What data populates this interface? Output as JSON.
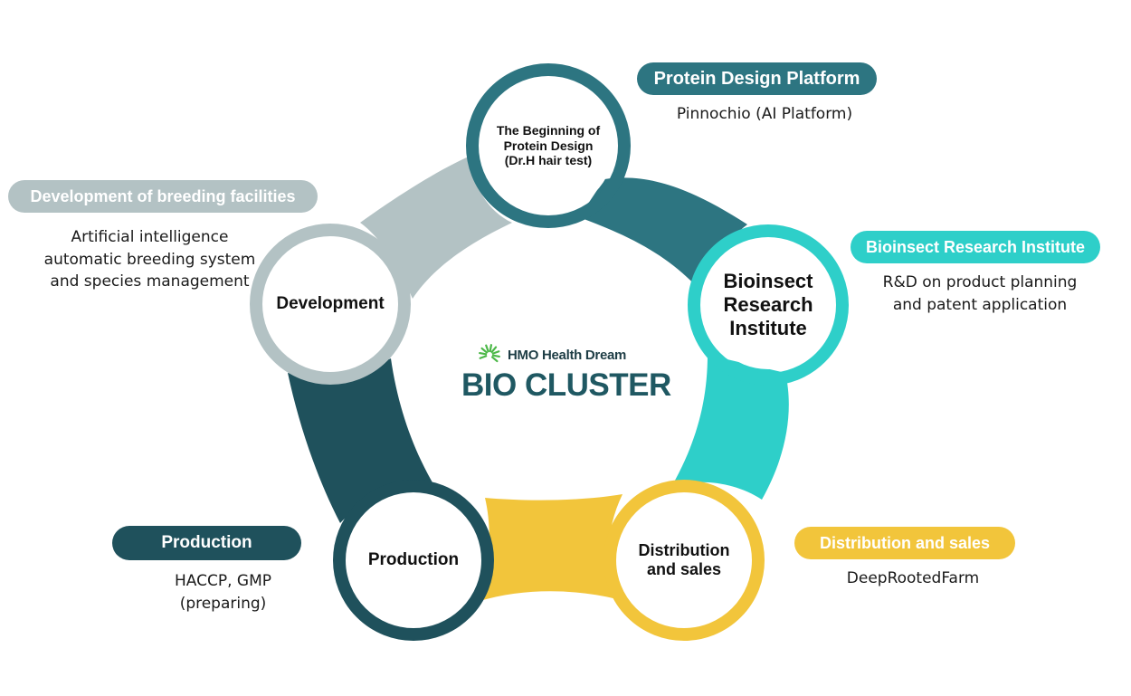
{
  "center": {
    "company": "HMO Health Dream",
    "title": "BIO CLUSTER"
  },
  "nodes": [
    {
      "key": "protein",
      "label": "The Beginning of\nProtein Design\n(Dr.H hair test)",
      "color": "#2d7581"
    },
    {
      "key": "institute",
      "label": "Bioinsect\nResearch\nInstitute",
      "color": "#2ecfc9"
    },
    {
      "key": "distribution",
      "label": "Distribution\nand sales",
      "color": "#f2c53b"
    },
    {
      "key": "production",
      "label": "Production",
      "color": "#1f515c"
    },
    {
      "key": "development",
      "label": "Development",
      "color": "#b3c2c4"
    }
  ],
  "callouts": [
    {
      "key": "protein",
      "title": "Protein Design Platform",
      "desc": "Pinnochio (AI Platform)",
      "color": "#2d7581"
    },
    {
      "key": "institute",
      "title": "Bioinsect Research Institute",
      "desc": "R&D on product planning\nand patent application",
      "color": "#2ecfc9"
    },
    {
      "key": "distribution",
      "title": "Distribution and sales",
      "desc": "DeepRootedFarm",
      "color": "#f2c53b"
    },
    {
      "key": "production",
      "title": "Production",
      "desc": "HACCP, GMP\n(preparing)",
      "color": "#1f515c"
    },
    {
      "key": "development",
      "title": "Development of breeding facilities",
      "desc": "Artificial intelligence\nautomatic breeding system\nand species management",
      "color": "#b3c2c4"
    }
  ],
  "icons": {
    "logo": "leaf-swirl-logo-icon",
    "logo_color": "#4cb848"
  }
}
